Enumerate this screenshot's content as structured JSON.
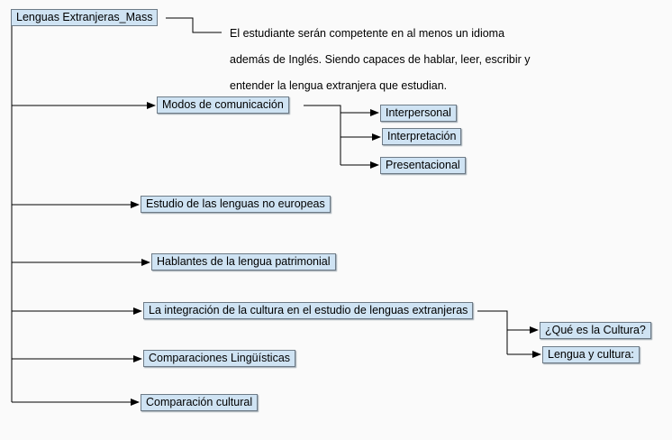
{
  "diagram": {
    "root": {
      "label": "Lenguas Extranjeras_Mass"
    },
    "note": {
      "lines": [
        "El estudiante serán competente en al menos un idioma",
        "además de Inglés. Siendo capaces de hablar, leer, escribir y",
        "entender la lengua extranjera que estudian."
      ]
    },
    "topics": [
      {
        "label": "Modos de comunicación",
        "children": [
          "Interpersonal",
          "Interpretación",
          "Presentacional"
        ]
      },
      {
        "label": "Estudio de las lenguas no europeas"
      },
      {
        "label": "Hablantes de la lengua patrimonial"
      },
      {
        "label": "La integración de la cultura en el estudio de lenguas extranjeras",
        "children": [
          "¿Qué es la Cultura?",
          "Lengua y cultura:"
        ]
      },
      {
        "label": "Comparaciones Lingüísticas"
      },
      {
        "label": "Comparación cultural"
      }
    ],
    "colors": {
      "node_fill": "#cfe3f3",
      "node_border": "#6e7b87",
      "connector": "#000000"
    }
  }
}
